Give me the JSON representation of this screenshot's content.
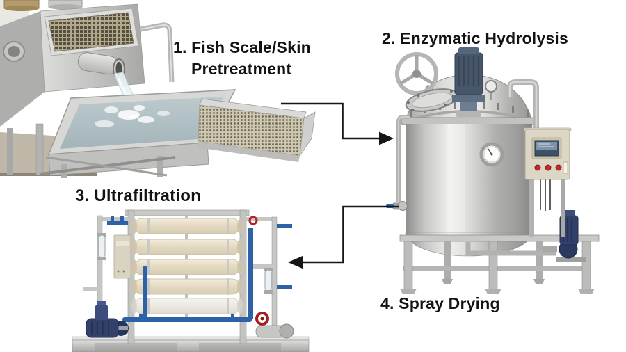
{
  "steps": [
    {
      "id": "step-1",
      "lines": [
        "1. Fish Scale/Skin",
        "Pretreatment"
      ],
      "photo": "fish-scale-washing-machine"
    },
    {
      "id": "step-2",
      "lines": [
        "2. Enzymatic Hydrolysis"
      ],
      "photo": "stainless-steel-hydrolysis-tank"
    },
    {
      "id": "step-3",
      "lines": [
        "3. Ultrafiltration"
      ],
      "photo": "membrane-ultrafiltration-unit"
    },
    {
      "id": "step-4",
      "lines": [
        "4. Spray Drying"
      ],
      "photo": ""
    }
  ],
  "flow_arrows": [
    {
      "from": "step-1",
      "to": "step-2",
      "direction": "right"
    },
    {
      "from": "step-2",
      "to": "step-3",
      "direction": "left"
    }
  ],
  "colors": {
    "background": "#ffffff",
    "label_text": "#131313",
    "arrow": "#161616",
    "stainless_light": "#e9e9e7",
    "stainless_mid": "#c3c3c1",
    "stainless_dark": "#8f8f8d",
    "motor_blue_gray": "#47566b",
    "pump_navy": "#31406b",
    "pipe_blue": "#2d61a8",
    "panel_beige": "#dcd7c5",
    "membrane_cream": "#e7dfc9",
    "water_blue_gray": "#b3c2c6",
    "mesh_khaki": "#b1a98e",
    "button_red": "#c62828",
    "valve_red": "#a32020"
  }
}
